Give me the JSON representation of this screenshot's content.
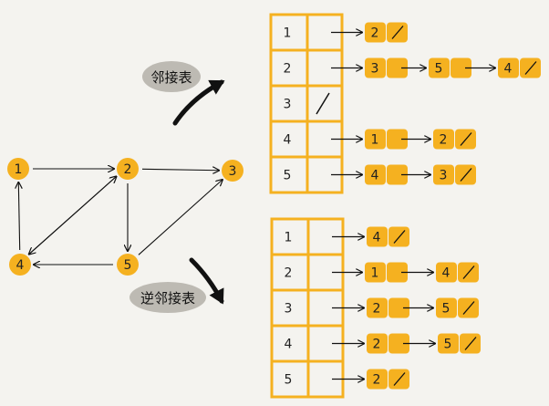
{
  "colors": {
    "node": "#f5b120",
    "line": "#111111",
    "table": "#f5b120",
    "label_bg": "#bdbab3",
    "bg": "#f4f3ef"
  },
  "graph": {
    "nodes": [
      "1",
      "2",
      "3",
      "4",
      "5"
    ],
    "edges": [
      [
        "1",
        "2"
      ],
      [
        "2",
        "3"
      ],
      [
        "2",
        "5"
      ],
      [
        "2",
        "4"
      ],
      [
        "4",
        "2"
      ],
      [
        "4",
        "1"
      ],
      [
        "5",
        "4"
      ],
      [
        "5",
        "3"
      ]
    ]
  },
  "adjacency": {
    "label": "邻接表",
    "rows": [
      {
        "vertex": "1",
        "list": [
          "2"
        ]
      },
      {
        "vertex": "2",
        "list": [
          "3",
          "5",
          "4"
        ]
      },
      {
        "vertex": "3",
        "list": [],
        "null_mark": "/"
      },
      {
        "vertex": "4",
        "list": [
          "1",
          "2"
        ]
      },
      {
        "vertex": "5",
        "list": [
          "4",
          "3"
        ]
      }
    ]
  },
  "inverse_adjacency": {
    "label": "逆邻接表",
    "rows": [
      {
        "vertex": "1",
        "list": [
          "4"
        ]
      },
      {
        "vertex": "2",
        "list": [
          "1",
          "4"
        ]
      },
      {
        "vertex": "3",
        "list": [
          "2",
          "5"
        ]
      },
      {
        "vertex": "4",
        "list": [
          "2",
          "5"
        ]
      },
      {
        "vertex": "5",
        "list": [
          "2"
        ]
      }
    ]
  },
  "null_mark": "/"
}
